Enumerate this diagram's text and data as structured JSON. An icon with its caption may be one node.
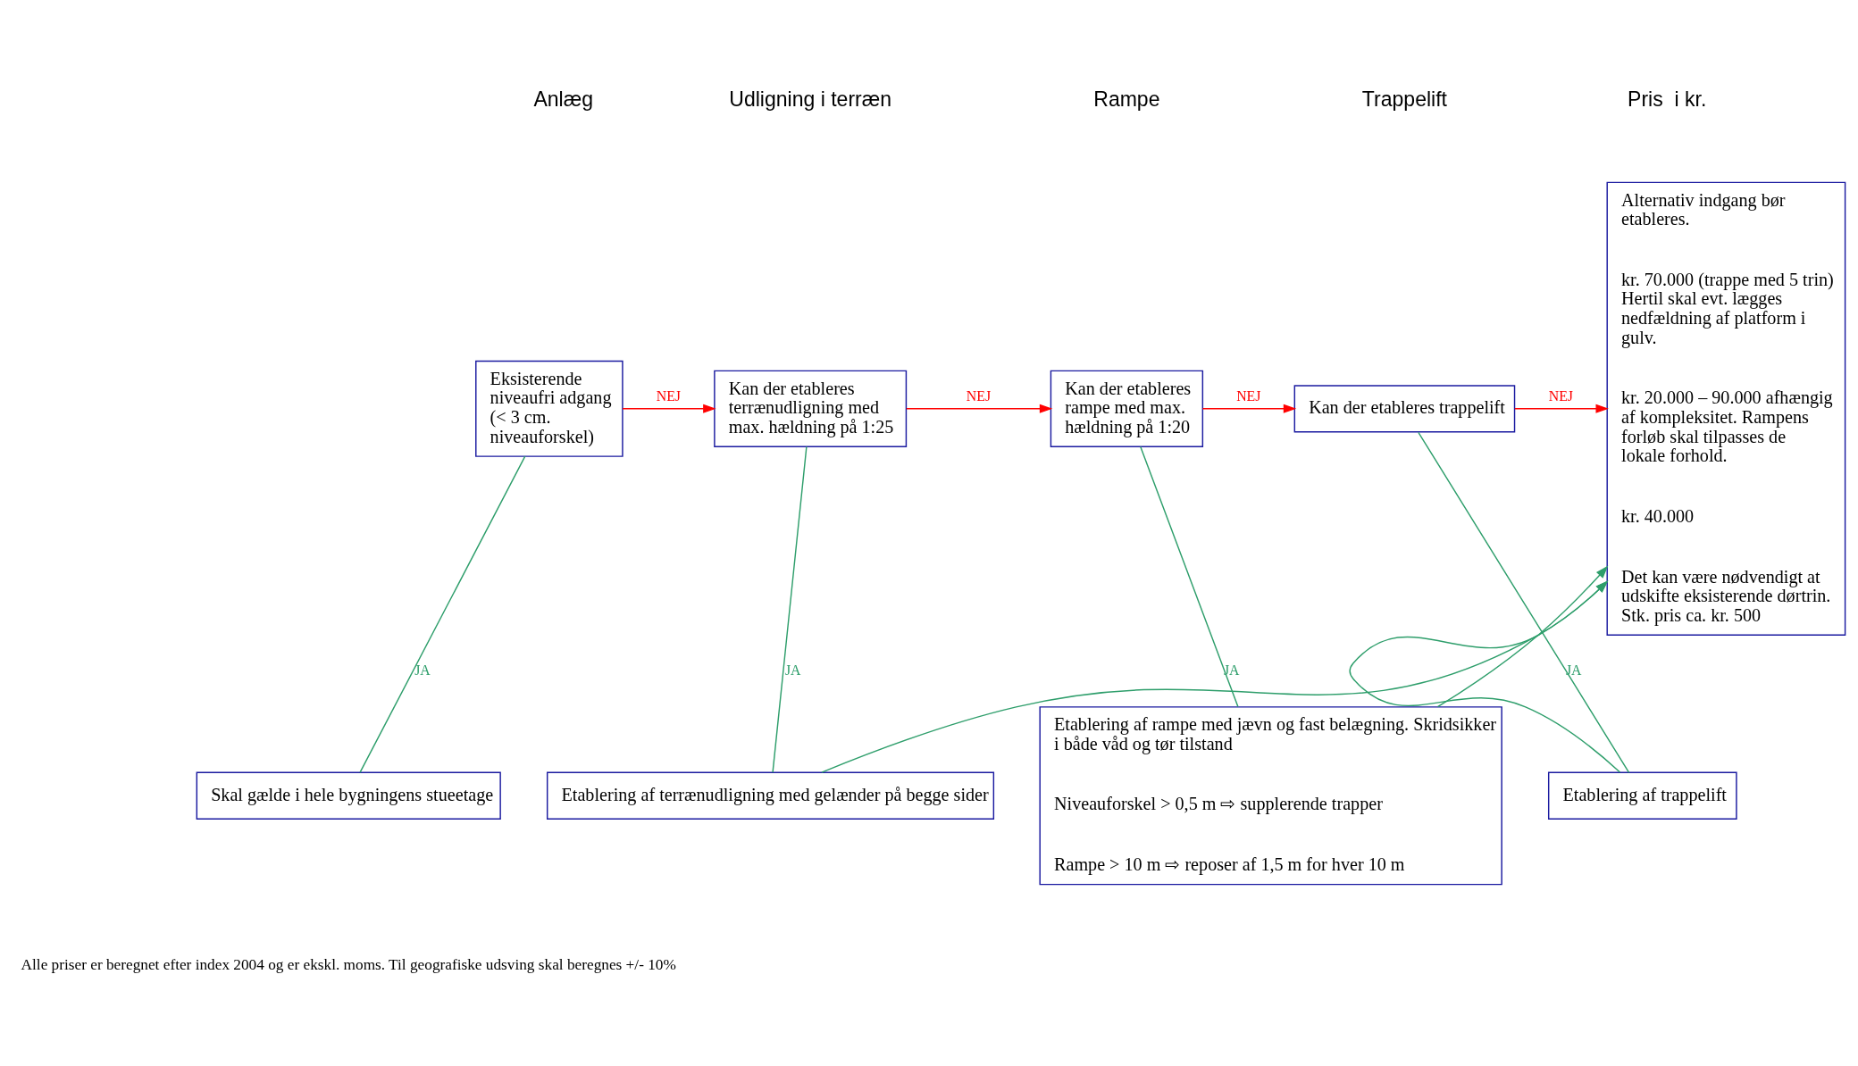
{
  "diagram": {
    "nodes": [
      {
        "text": [
          "Eksisterende niveaufri adgang (< 3 cm. niveauforskel)"
        ]
      },
      {
        "text": [
          "Kan der etableres terrænudligning med max. hældning på 1:25"
        ]
      },
      {
        "text": [
          "Kan der etableres rampe med max. hældning på 1:20"
        ]
      },
      {
        "text": [
          "Kan der etableres trappelift"
        ]
      },
      {
        "text": [
          "Alternativ indgang bør etableres.",
          "kr. 70.000 (trappe med 5 trin) Hertil skal evt. lægges nedfældning af platform i gulv.",
          "kr. 20.000 – 90.000 afhængig af kompleksitet. Rampens forløb skal tilpasses de lokale forhold.",
          "kr. 40.000",
          "Det kan være nødvendigt at udskifte eksisterende dørtrin. Stk. pris ca. kr. 500"
        ]
      },
      {
        "text": [
          "Etablering af trappelift"
        ]
      },
      {
        "text": [
          "Etablering af rampe med jævn og fast belægning. Skridsikker i både våd og tør tilstand",
          "Niveauforskel > 0,5 m ⇨ supplerende trapper",
          "Rampe > 10 m ⇨ reposer af 1,5 m for hver 10 m"
        ]
      },
      {
        "text": [
          "Etablering af terrænudligning med gelænder på begge sider"
        ]
      },
      {
        "text": [
          "Skal gælde i hele bygningens stueetage"
        ]
      }
    ],
    "edges": [
      {
        "from": 0,
        "to": 1,
        "arrow": "to",
        "label": "NEJ",
        "color": "#ff0000"
      },
      {
        "from": 1,
        "to": 2,
        "arrow": "to",
        "label": "NEJ",
        "color": "#ff0000"
      },
      {
        "from": 2,
        "to": 3,
        "arrow": "to",
        "label": "NEJ",
        "color": "#ff0000"
      },
      {
        "from": 3,
        "to": 4,
        "arrow": "to",
        "label": "NEJ",
        "color": "#ff0000"
      },
      {
        "from": 3,
        "to": 5,
        "arrow": "none",
        "label": "JA",
        "color": "#2e9e6b"
      },
      {
        "from": 2,
        "to": 6,
        "arrow": "none",
        "label": "JA",
        "color": "#2e9e6b"
      },
      {
        "from": 1,
        "to": 7,
        "arrow": "none",
        "label": "JA",
        "color": "#2e9e6b"
      },
      {
        "from": 0,
        "to": 8,
        "arrow": "none",
        "label": "JA",
        "color": "#2e9e6b"
      },
      {
        "from": 5,
        "to": 4,
        "arrow": "to",
        "color": "#2e9e6b"
      },
      {
        "from": 6,
        "to": 4,
        "arrow": "to",
        "color": "#2e9e6b"
      },
      {
        "from": 7,
        "to": 4,
        "arrow": "to",
        "color": "#2e9e6b"
      }
    ],
    "labels": [
      "Anlæg",
      "Udligning i terræn",
      "Rampe",
      "Trappelift",
      "Pris  i kr.",
      "Alle priser er beregnet efter index 2004 og er ekskl. moms. Til geografiske udsving skal beregnes +/- 10%"
    ]
  }
}
